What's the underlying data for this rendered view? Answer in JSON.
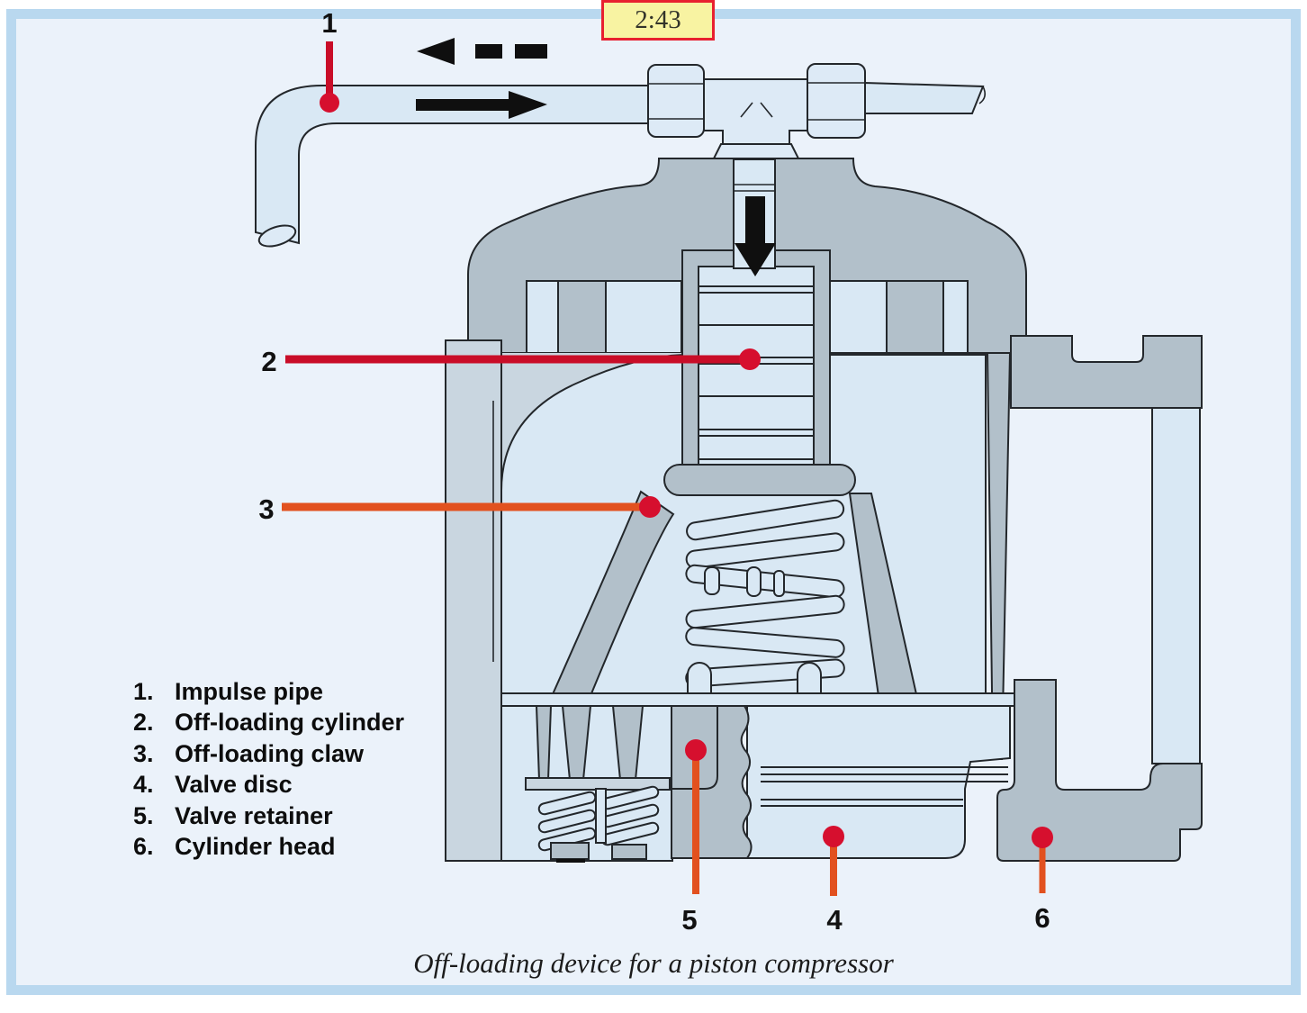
{
  "badge": {
    "time": "2:43"
  },
  "caption": "Off-loading device for a piston compressor",
  "legend": {
    "items": [
      {
        "num": "1.",
        "label": "Impulse pipe"
      },
      {
        "num": "2.",
        "label": "Off-loading cylinder"
      },
      {
        "num": "3.",
        "label": "Off-loading claw"
      },
      {
        "num": "4.",
        "label": "Valve disc"
      },
      {
        "num": "5.",
        "label": "Valve retainer"
      },
      {
        "num": "6.",
        "label": "Cylinder head"
      }
    ]
  },
  "callouts": [
    "1",
    "2",
    "3",
    "4",
    "5",
    "6"
  ],
  "icons": {
    "flow_return": "arrow-left-dashed-icon",
    "flow_supply": "arrow-right-icon",
    "flow_down": "arrow-down-icon"
  },
  "colors": {
    "frame-blue": "#b9d8ef",
    "content-bg": "#ebf2fa",
    "metal": "#b2c0ca",
    "metal-light": "#c9d6e0",
    "fluid": "#d9e8f4",
    "fitting": "#ddeaf6",
    "outline": "#23272b",
    "crimson": "#c90d28",
    "orange": "#e2511f",
    "dot-red": "#d60f2e",
    "badge-bg": "#f8f3a2",
    "badge-border": "#e8202f"
  }
}
